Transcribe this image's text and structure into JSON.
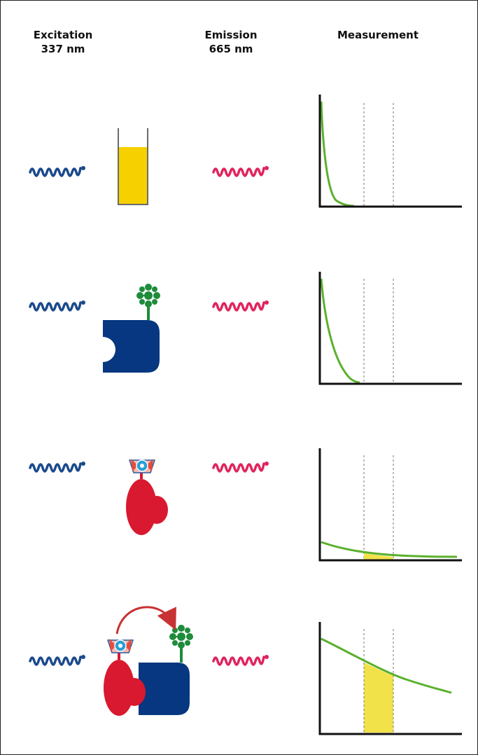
{
  "headers": {
    "excitation": "Excitation",
    "excitation_wavelength": "337 nm",
    "emission": "Emission",
    "emission_wavelength": "665 nm",
    "measurement": "Measurement"
  },
  "colors": {
    "excitation_wave": "#1b4a8c",
    "emission_wave": "#e0245e",
    "cuvette_fill": "#f7d000",
    "protein_blue": "#063780",
    "protein_red": "#d9192f",
    "acceptor_green": "#1e8c3a",
    "decay_curve": "#5bb02d",
    "measurement_window": "#f2e24a",
    "arrow": "#c83232"
  },
  "rows": [
    {
      "sample": "cuvette-with-medium",
      "decay": "fast",
      "signal_in_window": "none"
    },
    {
      "sample": "acceptor-labeled-protein",
      "decay": "fast",
      "signal_in_window": "none"
    },
    {
      "sample": "donor-labeled-protein",
      "decay": "slow-low",
      "signal_in_window": "small"
    },
    {
      "sample": "donor-acceptor-complex-fret",
      "decay": "slow-high",
      "signal_in_window": "large"
    }
  ]
}
